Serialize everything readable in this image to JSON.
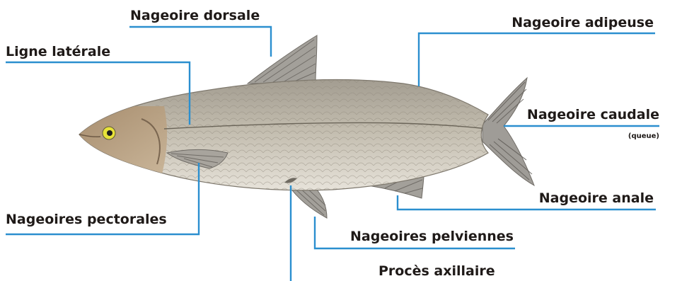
{
  "labels": {
    "dorsal": "Nageoire dorsale",
    "adipose": "Nageoire adipeuse",
    "lateral_line": "Ligne latérale",
    "caudal": "Nageoire caudale",
    "caudal_sub": "(queue)",
    "anal": "Nageoire anale",
    "pectoral": "Nageoires pectorales",
    "pelvic": "Nageoires pelviennes",
    "axillary": "Procès axillaire"
  },
  "colors": {
    "leader": "#2b8fcf",
    "text": "#1f1a18",
    "body": "#b8b1a4",
    "fin": "#9c9a95",
    "eye": "#e8e23a"
  }
}
